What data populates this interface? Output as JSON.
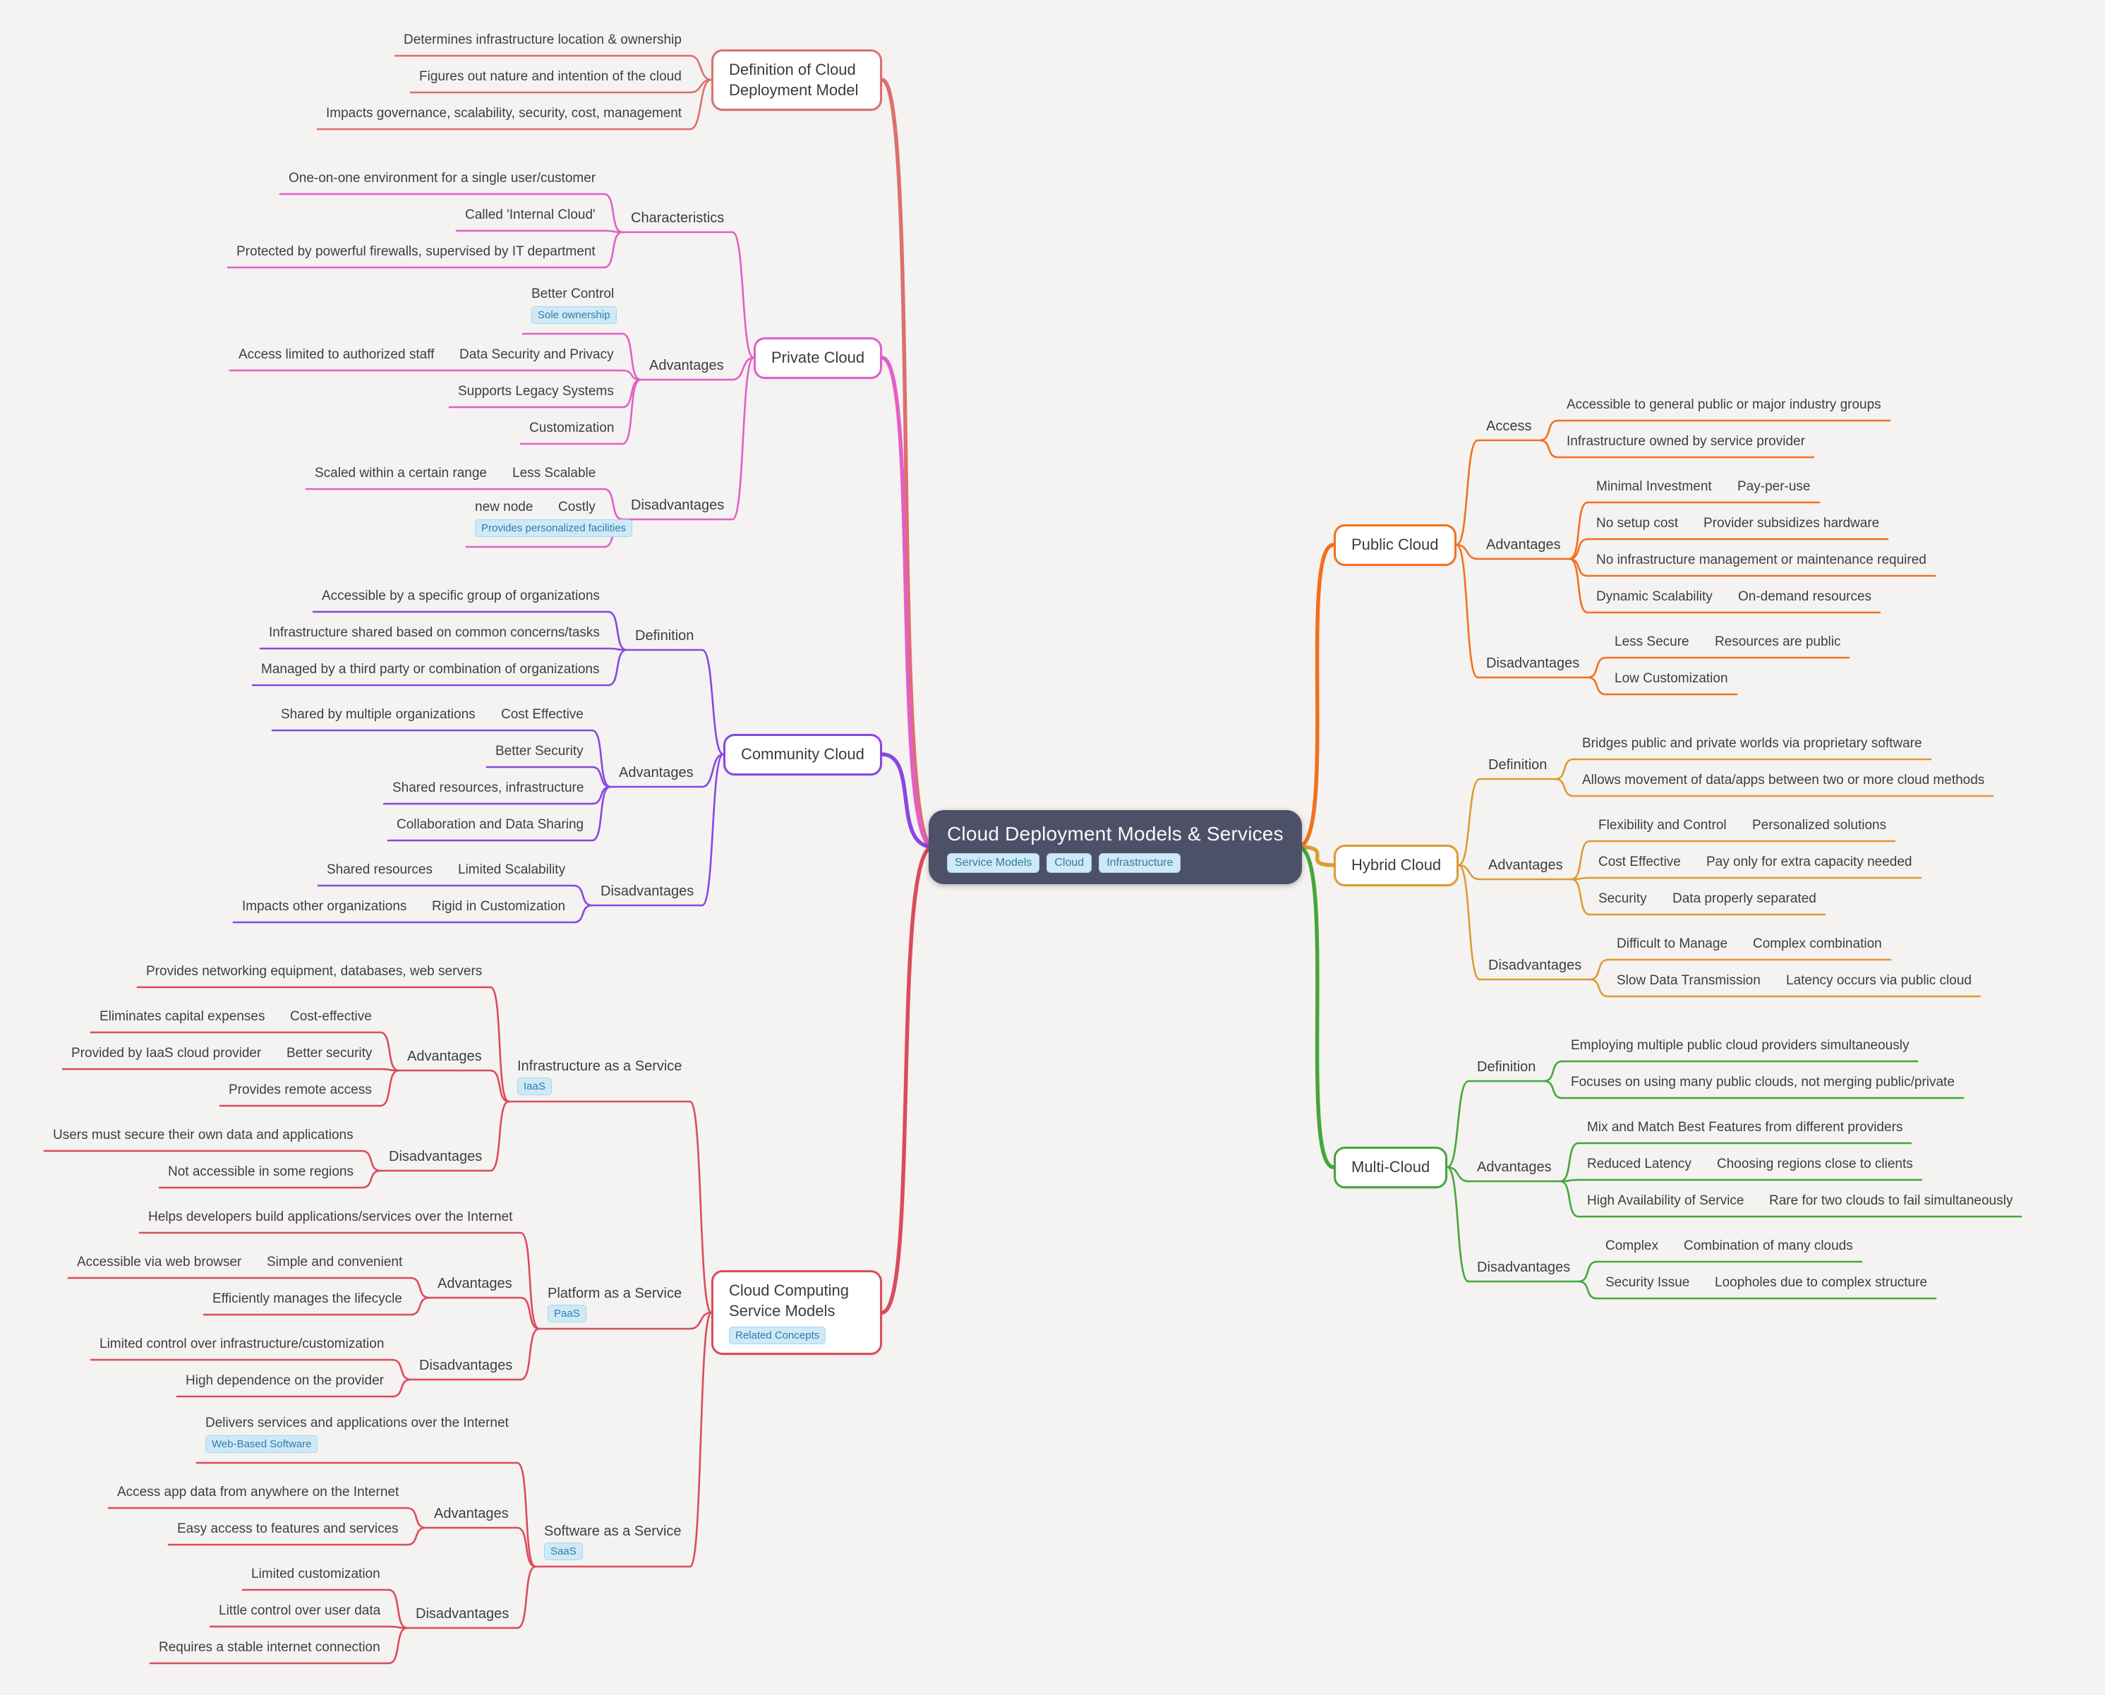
{
  "root": {
    "title": "Cloud Deployment Models & Services",
    "tags": [
      "Service Models",
      "Cloud",
      "Infrastructure"
    ],
    "bg": "#4d5168"
  },
  "canvas_bg": "#f4f3f1",
  "tag_pill": {
    "bg": "#cfe9f6",
    "text": "#2d7fa8",
    "border": "#a5d5ec"
  },
  "text_color": "#3e3e3e",
  "branches": [
    {
      "label": "Definition of Cloud Deployment Model",
      "side": "left",
      "color": "#dd6f6d",
      "children": [
        {
          "label": "Determines infrastructure location & ownership"
        },
        {
          "label": "Figures out nature and intention of the cloud"
        },
        {
          "label": "Impacts governance, scalability, security, cost, management"
        }
      ]
    },
    {
      "label": "Private Cloud",
      "side": "left",
      "color": "#e25fc8",
      "children": [
        {
          "label": "Characteristics",
          "children": [
            {
              "label": "One-on-one environment for a single user/customer"
            },
            {
              "label": "Called 'Internal Cloud'"
            },
            {
              "label": "Protected by powerful firewalls, supervised by IT department"
            }
          ]
        },
        {
          "label": "Advantages",
          "children": [
            {
              "label": "Better Control",
              "tag": "Sole ownership"
            },
            {
              "label": "Data Security and Privacy",
              "detail": "Access limited to authorized staff"
            },
            {
              "label": "Supports Legacy Systems"
            },
            {
              "label": "Customization"
            }
          ]
        },
        {
          "label": "Disadvantages",
          "children": [
            {
              "label": "Less Scalable",
              "detail": "Scaled within a certain range"
            },
            {
              "label": "Costly",
              "detail": "new node",
              "detail_tag": "Provides personalized facilities"
            }
          ]
        }
      ]
    },
    {
      "label": "Community Cloud",
      "side": "left",
      "color": "#8a46e2",
      "children": [
        {
          "label": "Definition",
          "children": [
            {
              "label": "Accessible by a specific group of organizations"
            },
            {
              "label": "Infrastructure shared based on common concerns/tasks"
            },
            {
              "label": "Managed by a third party or combination of organizations"
            }
          ]
        },
        {
          "label": "Advantages",
          "children": [
            {
              "label": "Cost Effective",
              "detail": "Shared by multiple organizations"
            },
            {
              "label": "Better Security"
            },
            {
              "label": "Shared resources, infrastructure"
            },
            {
              "label": "Collaboration and Data Sharing"
            }
          ]
        },
        {
          "label": "Disadvantages",
          "children": [
            {
              "label": "Limited Scalability",
              "detail": "Shared resources"
            },
            {
              "label": "Rigid in Customization",
              "detail": "Impacts other organizations"
            }
          ]
        }
      ]
    },
    {
      "label": "Cloud Computing Service Models",
      "side": "left",
      "color": "#dc4b5d",
      "tag": "Related Concepts",
      "children": [
        {
          "label": "Infrastructure as a Service",
          "tag": "IaaS",
          "children": [
            {
              "label": "Provides networking equipment, databases, web servers"
            },
            {
              "label": "Advantages",
              "children": [
                {
                  "label": "Cost-effective",
                  "detail": "Eliminates capital expenses"
                },
                {
                  "label": "Better security",
                  "detail": "Provided by IaaS cloud provider"
                },
                {
                  "label": "Provides remote access"
                }
              ]
            },
            {
              "label": "Disadvantages",
              "children": [
                {
                  "label": "Users must secure their own data and applications"
                },
                {
                  "label": "Not accessible in some regions"
                }
              ]
            }
          ]
        },
        {
          "label": "Platform as a Service",
          "tag": "PaaS",
          "children": [
            {
              "label": "Helps developers build applications/services over the Internet"
            },
            {
              "label": "Advantages",
              "children": [
                {
                  "label": "Simple and convenient",
                  "detail": "Accessible via web browser"
                },
                {
                  "label": "Efficiently manages the lifecycle"
                }
              ]
            },
            {
              "label": "Disadvantages",
              "children": [
                {
                  "label": "Limited control over infrastructure/customization"
                },
                {
                  "label": "High dependence on the provider"
                }
              ]
            }
          ]
        },
        {
          "label": "Software as a Service",
          "tag": "SaaS",
          "children": [
            {
              "label": "Delivers services and applications over the Internet",
              "tag": "Web-Based Software"
            },
            {
              "label": "Advantages",
              "children": [
                {
                  "label": "Access app data from anywhere on the Internet"
                },
                {
                  "label": "Easy access to features and services"
                }
              ]
            },
            {
              "label": "Disadvantages",
              "children": [
                {
                  "label": "Limited customization"
                },
                {
                  "label": "Little control over user data"
                },
                {
                  "label": "Requires a stable internet connection"
                }
              ]
            }
          ]
        }
      ]
    },
    {
      "label": "Public Cloud",
      "side": "right",
      "color": "#f3701d",
      "children": [
        {
          "label": "Access",
          "children": [
            {
              "label": "Accessible to general public or major industry groups"
            },
            {
              "label": "Infrastructure owned by service provider"
            }
          ]
        },
        {
          "label": "Advantages",
          "children": [
            {
              "label": "Minimal Investment",
              "detail": "Pay-per-use"
            },
            {
              "label": "No setup cost",
              "detail": "Provider subsidizes hardware"
            },
            {
              "label": "No infrastructure management or maintenance required"
            },
            {
              "label": "Dynamic Scalability",
              "detail": "On-demand resources"
            }
          ]
        },
        {
          "label": "Disadvantages",
          "children": [
            {
              "label": "Less Secure",
              "detail": "Resources are public"
            },
            {
              "label": "Low Customization"
            }
          ]
        }
      ]
    },
    {
      "label": "Hybrid Cloud",
      "side": "right",
      "color": "#e09a30",
      "children": [
        {
          "label": "Definition",
          "children": [
            {
              "label": "Bridges public and private worlds via proprietary software"
            },
            {
              "label": "Allows movement of data/apps between two or more cloud methods"
            }
          ]
        },
        {
          "label": "Advantages",
          "children": [
            {
              "label": "Flexibility and Control",
              "detail": "Personalized solutions"
            },
            {
              "label": "Cost Effective",
              "detail": "Pay only for extra capacity needed"
            },
            {
              "label": "Security",
              "detail": "Data properly separated"
            }
          ]
        },
        {
          "label": "Disadvantages",
          "children": [
            {
              "label": "Difficult to Manage",
              "detail": "Complex combination"
            },
            {
              "label": "Slow Data Transmission",
              "detail": "Latency occurs via public cloud"
            }
          ]
        }
      ]
    },
    {
      "label": "Multi-Cloud",
      "side": "right",
      "color": "#44a63a",
      "children": [
        {
          "label": "Definition",
          "children": [
            {
              "label": "Employing multiple public cloud providers simultaneously"
            },
            {
              "label": "Focuses on using many public clouds, not merging public/private"
            }
          ]
        },
        {
          "label": "Advantages",
          "children": [
            {
              "label": "Mix and Match Best Features from different providers"
            },
            {
              "label": "Reduced Latency",
              "detail": "Choosing regions close to clients"
            },
            {
              "label": "High Availability of Service",
              "detail": "Rare for two clouds to fail simultaneously"
            }
          ]
        },
        {
          "label": "Disadvantages",
          "children": [
            {
              "label": "Complex",
              "detail": "Combination of many clouds"
            },
            {
              "label": "Security Issue",
              "detail": "Loopholes due to complex structure"
            }
          ]
        }
      ]
    }
  ]
}
